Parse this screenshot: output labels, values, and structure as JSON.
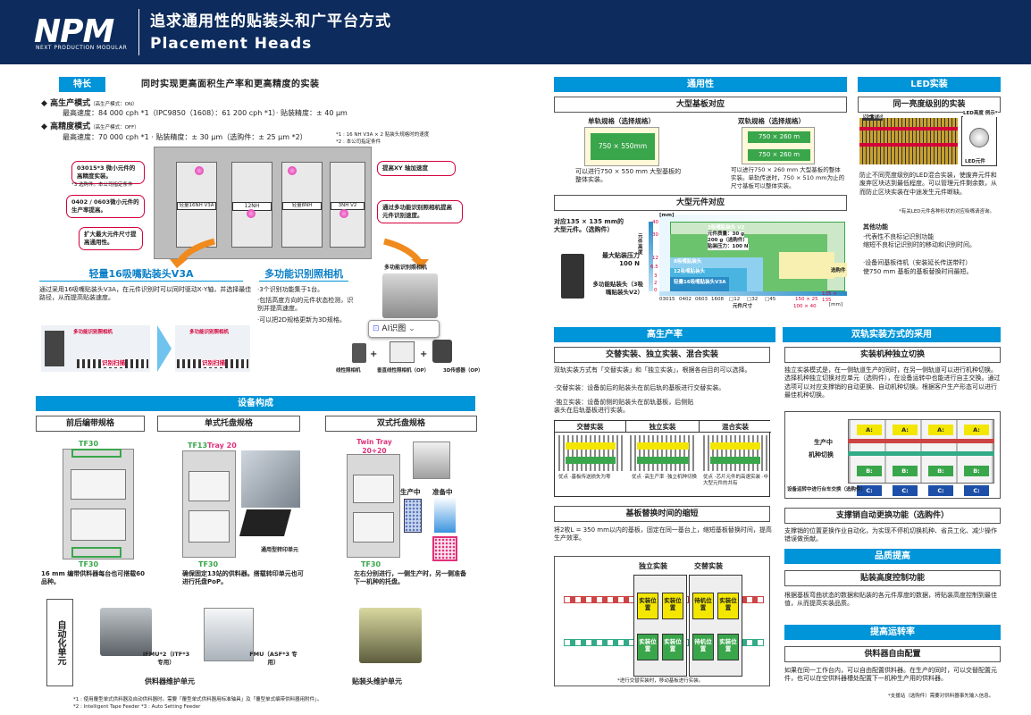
{
  "header": {
    "logo": "NPM",
    "logo_sub": "NEXT PRODUCTION MODULAR",
    "title_cn": "追求通用性的贴装头和广平台方式",
    "title_en": "Placement Heads"
  },
  "features": {
    "bar": "特长",
    "headline": "同时实现更高面积生产率和更高精度的实装",
    "mode1_title": "高生产模式",
    "mode1_note": "（高生产模式：ON）",
    "mode1_spec": "最高速度：84 000 cph *1（IPC9850（1608）：61 200 cph *1）· 贴装精度：± 40 µm",
    "mode2_title": "高精度模式",
    "mode2_note": "（高生产模式：OFF）",
    "mode2_spec": "最高速度：70 000 cph *1 · 贴装精度：± 30 µm（选购件：± 25 µm *2）",
    "footnote_a": "*1 : 16 NH V3A × 2 贴装头规格时的速度",
    "footnote_b": "*2 : 本公司指定条件",
    "callout1": "03015*3 微小元件的高精度实装。",
    "callout1_note": "*3 选购件。本公司指定条件",
    "callout2": "0402 / 0603微小元件的生产率提高。",
    "callout3": "扩大最大元件尺寸提高通用性。",
    "callout4": "提高XY 轴加速度",
    "callout5": "通过多功能识别照相机提高元件识别速度。",
    "head_labels": [
      "轻量16NH V3A",
      "12NH",
      "轻量8NH",
      "3NH V2"
    ],
    "sub1_title": "轻量16吸嘴贴装头V3A",
    "sub1_text": "通过采用16吸嘴贴装头V3A，在元件识别时可以同时驱动X·Y轴，并选择最佳路径，从而提高贴装速度。",
    "sub1_img1_label": "多功能识别照相机",
    "sub1_img1_cap": "识别扫描",
    "sub1_img2_label": "多功能识别照相机",
    "sub1_img2_cap": "识别扫描",
    "sub2_title": "多功能识别照相机",
    "sub2_items": [
      "·3个识别功能集于1台。",
      "·包括高度方向的元件状态检测，识别并提高速度。",
      "·可以把2D规格更新为3D规格。"
    ],
    "sub2_img_label": "多功能识别照相机",
    "ai_button": "AI识图",
    "cam1": "线性照相机",
    "cam2": "垂直线性照相机（OP）",
    "cam3": "3D传感器（OP）",
    "plus": "+"
  },
  "config": {
    "bar": "设备构成",
    "col1_title": "前后编带规格",
    "col2_title": "单式托盘规格",
    "col3_title": "双式托盘规格",
    "tf30": "TF30",
    "tf13": "TF13",
    "tray20": "Tray 20",
    "twin_tray": "Twin Tray 20+20",
    "prod": "生产中",
    "ready": "准备中",
    "conv_unit": "通用型转印单元",
    "col1_text": "16 mm 编带供料器每台也可搭载60 品种。",
    "col2_text": "确保固定13站的供料器。搭载转印单元也可进行托盘PoP。",
    "col3_text": "左右分别进行，一侧生产时，另一侧准备下一机种的托盘。",
    "auto_label": "自动化单元",
    "ifmu": "IFMU*2（ITF*3 专用）",
    "fmu": "FMU（ASF*3 专用）",
    "feeder_maint": "供料器维护单元",
    "head_maint": "贴装头维护单元",
    "foot1": "*1 : 使用覆型单式供料器及自动供料器时。需要「覆型单式供料器用标准轴具」及「覆型单式编带供料器用附件」。",
    "foot2": "*2 : Intelligent Tape Feeder    *3 : Auto Setting Feeder"
  },
  "generality": {
    "bar": "通用性",
    "large_board": "大型基板对应",
    "single_title": "单轨规格（选择规格）",
    "single_size": "750 × 550mm",
    "single_text": "可以进行750 × 550 mm 大型基板的整体实装。",
    "dual_title": "双轨规格（选择规格）",
    "dual_size1": "750 × 260 m",
    "dual_size2": "750 × 260 m",
    "dual_text": "可以进行750 × 260 mm 大型基板的整体实装。单轨传送时，750 × 510 mm为止的尺寸基板可以整体实装。",
    "large_comp": "大型元件对应",
    "comp_text": "对应135 × 135 mm的大型元件。（选购件）",
    "press": "最大贴装压力 100 N",
    "multi_head": "多功能贴装头（3吸嘴贴装头V2）",
    "axis_mm": "[mm]",
    "chart_labels": [
      "3吸嘴贴装头 V2",
      "元件质量：30 g",
      "200 g（选购件）",
      "贴装压力：100 N",
      "8吸嘴贴装头",
      "12吸嘴贴装头",
      "轻量16吸嘴贴装头V3A",
      "选购件",
      "元件高度"
    ],
    "x_ticks": [
      "03015",
      "0402",
      "0603",
      "1608",
      "□12",
      "□32",
      "□45",
      "150 × 25",
      "135 × 135",
      "100 × 40"
    ],
    "x_axis": "元件尺寸",
    "y_ticks": [
      "40",
      "30",
      "12",
      "6.5",
      "3",
      "2",
      "0"
    ]
  },
  "led": {
    "bar": "LED实装",
    "box": "同一亮度级别的实装",
    "img_label1": "NG 状态",
    "img_label2": "LED亮度 例示*",
    "img_label3": "LED元件",
    "text": "防止不同亮度级别的LED混合实装，使废弃元件和废弃区块达到最低程度。可以管理元件剩余数，从而防止区块实装在中途发生元件断缺。",
    "note": "*有关LED元件各种形状的对应吸嘴请咨询。",
    "other_title": "其他功能",
    "other1": "·代表性不良标记识别功能",
    "other1b": "缩短不良标记识别时的移动和识别时间。",
    "other2": "·设备间基板待机（安装延长传送带时）",
    "other2b": "使750 mm 基板的基板替换时间最短。"
  },
  "productivity": {
    "bar": "高生产率",
    "alt_title": "交替实装、独立实装、混合实装",
    "alt_text": "双轨实装方式有「交替实装」和「独立实装」，根据各自目的可以选择。",
    "alt_item1": "·交替实装：设备前后的贴装头在前后轨的基板进行交替实装。",
    "alt_item2": "·独立实装：设备前侧的贴装头在前轨基板，后侧贴装头在后轨基板进行实装。",
    "col1": "交替实装",
    "col2": "独立实装",
    "col3": "混合实装",
    "col1_adv": "优点 ·基板传送损失为零",
    "col2_adv": "优点 ·高生产率 ·独立机种切换",
    "col3_adv": "优点 ·芯片元件的高速实装 ·中大型元件的共有",
    "shorten_title": "基板替换时间的缩短",
    "shorten_text": "将2枚L = 350 mm以内的基板，固定在同一基台上，缩短基板替换时间，提高生产效率。",
    "ind_label": "独立实装",
    "alt_label": "交替实装",
    "pos_label": "实装位置",
    "wait_label": "待机位置",
    "shorten_note": "*进行交替实装时，移动基板进行实装。"
  },
  "dual_system": {
    "bar": "双轨实装方式的采用",
    "ind_title": "实装机种独立切换",
    "ind_text": "独立实装模式是，在一侧轨道生产的同时，在另一侧轨道可以进行机种切换。选择机种独立切换对应单元（选购件），在设备运转中也能进行自主交换。通过选项可以对应支撑销的自动更换、自动机种切换。根据客户生产形态可以进行最佳机种切换。",
    "prod_label": "生产中",
    "change_label": "机种切换",
    "diag_note": "设备运转中进行台车交换（选购件）",
    "cells_a": "A:",
    "cells_b": "B:",
    "cells_c": "C:",
    "pin_title": "支撑销自动更换功能（选购件）",
    "pin_text": "支撑销的位置更换作业自动化，为实现不停机切换机种、省员工化、减少操作错误做贡献。"
  },
  "quality": {
    "bar": "品质提高",
    "box": "贴装高度控制功能",
    "text": "根据基板弯曲状态的数据和贴装的各元件厚度的数据，将贴装高度控制到最佳值，从而提高实装品质。"
  },
  "uptime": {
    "bar": "提高运转率",
    "box": "供料器自由配置",
    "text": "如果在同一工作台内，可以自由配置供料器。在生产的同时，可以交替配置元件，也可以在空供料器槽处配置下一机种生产用的供料器。",
    "note": "*支援站（选购件）需要对供料器事先输入信息。"
  },
  "colors": {
    "navy": "#0d2b5c",
    "cyan": "#0094d8",
    "red": "#d4003a",
    "green": "#3aa64b",
    "yellow": "#f3e600",
    "orange": "#f08a1c"
  }
}
